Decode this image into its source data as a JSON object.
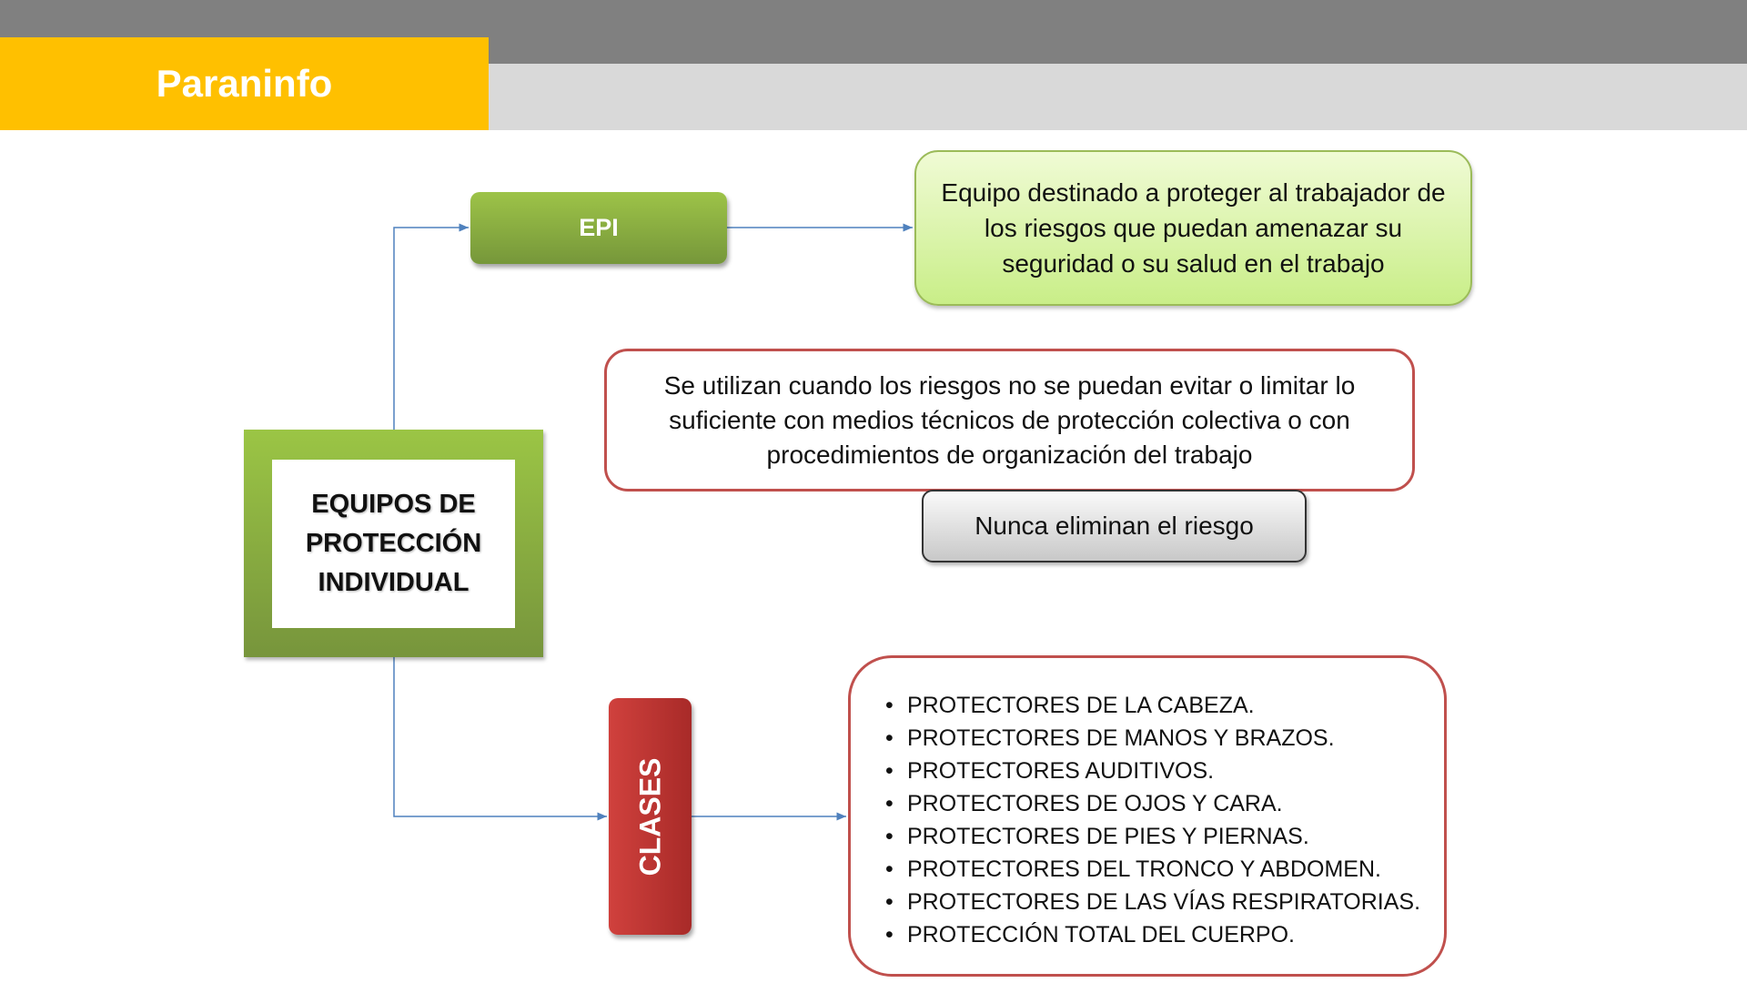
{
  "header": {
    "brand": "Paraninfo"
  },
  "colors": {
    "top_bar": "#808080",
    "sub_bar": "#d9d9d9",
    "brand": "#ffc000",
    "green": "#9bbb59",
    "red": "#c0504d",
    "connector": "#4f81bd"
  },
  "diagram": {
    "root": "EQUIPOS DE PROTECCIÓN INDIVIDUAL",
    "epi": {
      "label": "EPI",
      "definition": "Equipo destinado a proteger al trabajador de los riesgos que puedan amenazar su seguridad o su salud en el trabajo"
    },
    "usage": "Se utilizan cuando los riesgos no se puedan evitar o limitar lo suficiente con medios técnicos de protección colectiva o con procedimientos de organización del trabajo",
    "note": "Nunca eliminan el riesgo",
    "clases": {
      "label": "CLASES",
      "items": [
        "PROTECTORES DE LA CABEZA.",
        "PROTECTORES DE MANOS Y BRAZOS.",
        "PROTECTORES AUDITIVOS.",
        "PROTECTORES DE OJOS Y CARA.",
        "PROTECTORES DE PIES Y PIERNAS.",
        "PROTECTORES DEL TRONCO Y ABDOMEN.",
        "PROTECTORES DE LAS VÍAS RESPIRATORIAS.",
        "PROTECCIÓN TOTAL DEL CUERPO."
      ]
    }
  }
}
